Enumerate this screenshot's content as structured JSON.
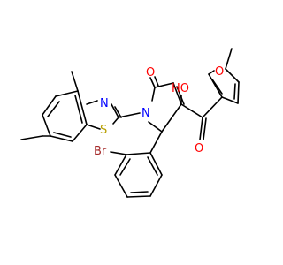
{
  "molecule": {
    "colors": {
      "bond": "#000000",
      "N": "#0000ff",
      "O": "#ff0000",
      "S": "#b8a000",
      "Br": "#a52a2a",
      "background": "#ffffff"
    },
    "atoms": {
      "N_thiazole": "N",
      "S_thiazole": "S",
      "N_pyrrole": "N",
      "O_lactam": "O",
      "OH_group": "HO",
      "O_furan": "O",
      "O_ketone": "O",
      "Br_sub": "Br"
    }
  }
}
